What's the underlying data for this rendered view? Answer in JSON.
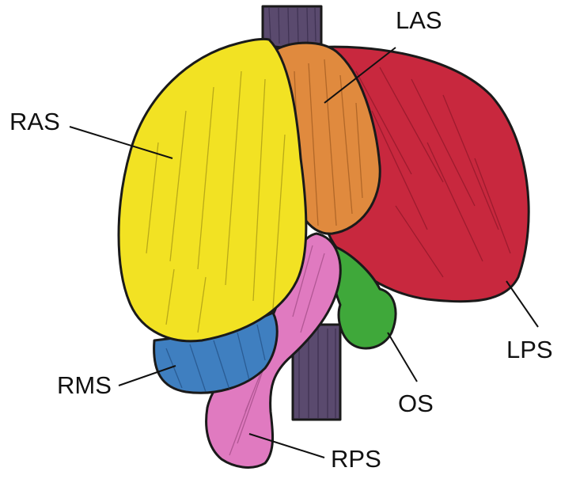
{
  "labels": {
    "ras": "RAS",
    "las": "LAS",
    "rms": "RMS",
    "lps": "LPS",
    "os": "OS",
    "rps": "RPS"
  },
  "colors": {
    "ras": "#f2e223",
    "las": "#e08a3e",
    "lps": "#c8283e",
    "rms": "#3f7fc0",
    "rps": "#e07ac0",
    "os": "#3fa83a",
    "esophagus": "#5a4a6e"
  }
}
